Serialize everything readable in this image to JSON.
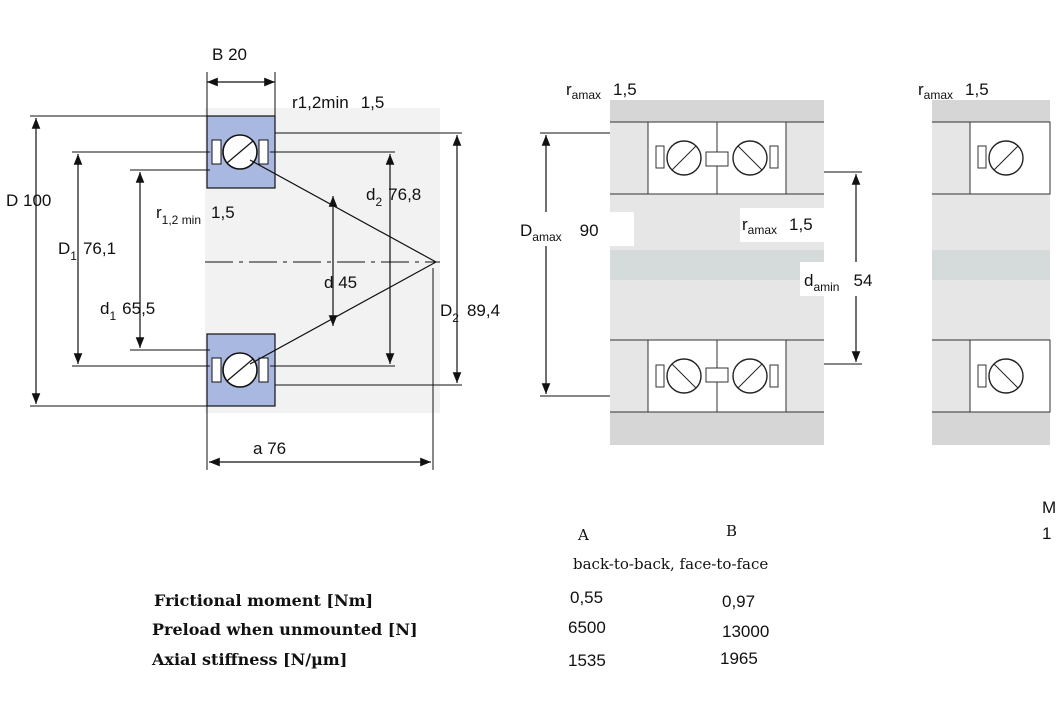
{
  "single_bearing": {
    "B": {
      "sym": "B",
      "val": "20"
    },
    "r12min_top": {
      "sym": "r1,2min",
      "val": "1,5"
    },
    "D": {
      "sym": "D",
      "val": "100"
    },
    "d2": {
      "sym": "d",
      "sub": "2",
      "val": "76,8"
    },
    "r12min_mid": {
      "sym": "r",
      "sub": "1,2 min",
      "val": "1,5"
    },
    "D1": {
      "sym": "D",
      "sub": "1",
      "val": "76,1"
    },
    "d": {
      "sym": "d",
      "val": "45"
    },
    "d1": {
      "sym": "d",
      "sub": "1",
      "val": "65,5"
    },
    "D2": {
      "sym": "D",
      "sub": "2",
      "val": "89,4"
    },
    "a": {
      "sym": "a",
      "val": "76"
    }
  },
  "arrangement": {
    "ra_left": {
      "sym": "r",
      "sub": "amax",
      "val": "1,5"
    },
    "ra_right": {
      "sym": "r",
      "sub": "amax",
      "val": "1,5"
    },
    "Damax": {
      "sym": "D",
      "sub": "amax",
      "val": "90"
    },
    "ra_mid": {
      "sym": "r",
      "sub": "amax",
      "val": "1,5"
    },
    "damin": {
      "sym": "d",
      "sub": "amin",
      "val": "54"
    },
    "edge_top": "M",
    "edge_bottom": "1"
  },
  "table": {
    "col_a": "A",
    "col_b": "B",
    "subtitle": "back-to-back, face-to-face",
    "rows": [
      {
        "label": "Frictional moment [Nm]",
        "a": "0,55",
        "b": "0,97"
      },
      {
        "label": "Preload when unmounted [N]",
        "a": "6500",
        "b": "13000"
      },
      {
        "label": "Axial stiffness [N/µm]",
        "a": "1535",
        "b": "1965"
      }
    ]
  },
  "colors": {
    "ring": "#a9b8e0",
    "housing": "#d9d9d9",
    "line": "#111111"
  }
}
